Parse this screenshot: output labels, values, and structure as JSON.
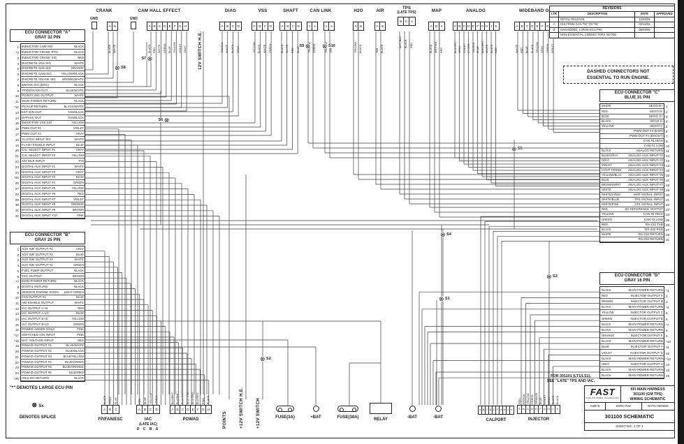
{
  "notes": {
    "dashed_line1": "DASHED CONNECTORS NOT",
    "dashed_line2": "ESSENTIAL TO RUN ENGINE.",
    "large_pin": "\"*\" DENOTES LARGE ECU PIN",
    "splice_sx": "Sx",
    "splice_label": "DENOTES SPLICE",
    "late_line1": "FOR 301101 (LT1/LS1),",
    "late_line2": "SEE \"LATE\" TPS AND IAC."
  },
  "revisions": {
    "title": "REVISIONS",
    "headers": [
      "LTR",
      "DESCRIPTION",
      "DATE",
      "APPROVED"
    ],
    "rows": [
      {
        "ltr": "",
        "desc": "INITIAL RELEASE",
        "date": "10/28/05",
        "app": ""
      },
      {
        "ltr": "A",
        "desc": "019 FROM CAN \"#2\" TO \"#1\"",
        "date": "02/16/06",
        "app": ""
      },
      {
        "ltr": "B",
        "desc": "CAN ADDED, LARGE ECU PIN",
        "date": "06/09/06",
        "app": ""
      },
      {
        "ltr": "",
        "desc": "NON-ESSENTIAL CONNECTORS NOTED",
        "date": "",
        "app": ""
      }
    ]
  },
  "title_block": {
    "logo": "FAST",
    "logo_sub": "FUEL AIR SPARK TECHNOLOGY",
    "line1": "XFI MAIN HARNESS",
    "line2": "301100 (GM TPS)",
    "line3": "WIRING SCHEMATIC",
    "size": "SIZE  B",
    "dwn": "DWN:  PLW",
    "date": "DATE:  06/09/06",
    "doc": "301100 SCHEMATIC",
    "sheet": "SHEET NO :  1 OF 1"
  },
  "splices": {
    "s1": "S1",
    "s2": "S2",
    "s3": "S3",
    "s4": "S4",
    "s5": "S5",
    "s6": "S6",
    "s7": "S7",
    "s8": "S8",
    "s9": "S9",
    "s10": "S10"
  },
  "top": {
    "crank": {
      "label": "CRANK",
      "gnd": "GND",
      "pins": [
        "A",
        "B"
      ],
      "colors": [
        "BLACK",
        "WHITE"
      ]
    },
    "cam": {
      "label": "CAM HALL EFFECT",
      "gnd": "GND",
      "pins": [
        "A",
        "B",
        "C",
        "D",
        "E",
        "F",
        "G",
        "H"
      ],
      "colors": [
        "BLACK",
        "RED",
        "WHITE",
        "GREEN",
        "BLUE",
        "YELLOW",
        "VIOLET",
        "GRAY"
      ]
    },
    "v12he": {
      "label": "12V SWITCH H.E."
    },
    "diag": {
      "label": "DIAG",
      "pins": [
        "A",
        "B",
        "C",
        "D"
      ],
      "colors": [
        "TAN/BLK",
        "WHITE",
        "BLACK",
        "GRAY"
      ]
    },
    "vss": {
      "label": "VSS",
      "pins": [
        "A",
        "B",
        "C",
        "D"
      ],
      "colors": [
        "YELLOW",
        "BLACK",
        "WHITE",
        "GREEN"
      ]
    },
    "shaft": {
      "label": "SHAFT",
      "pins": [
        "A",
        "B",
        "C",
        "D"
      ],
      "colors": [
        "BLACK",
        "WHITE",
        "RED",
        "BLUE"
      ]
    },
    "canlink": {
      "label": "CAN LINK",
      "pins": [
        "1",
        "2"
      ],
      "colors": [
        "YELLOW",
        "GREEN"
      ]
    },
    "h2o": {
      "label": "H2O",
      "pins": [
        "A",
        "B"
      ],
      "colors": [
        "YELLOW",
        "BLACK"
      ]
    },
    "air": {
      "label": "AIR",
      "pins": [
        "A",
        "B"
      ],
      "colors": [
        "TAN",
        "BLACK"
      ]
    },
    "tps": {
      "label": "TPS",
      "sub": "(LATE TPS)",
      "pins": [
        "B",
        "C",
        "A"
      ],
      "colors": [
        "WHT/BLU",
        "BLACK",
        "RED"
      ]
    },
    "map": {
      "label": "MAP",
      "pins": [
        "A",
        "B",
        "C"
      ],
      "colors": [
        "BLACK",
        "WHT/VIO",
        "RED"
      ]
    },
    "analog": {
      "label": "ANALOG",
      "pins": [
        "A",
        "B",
        "C",
        "D",
        "E",
        "F",
        "G",
        "H",
        "J",
        "K"
      ],
      "colors": [
        "BLU/GRY",
        "GRAY",
        "VIOLET",
        "LT GRN",
        "YEL/BLK",
        "BLUE",
        "BRN/WHT",
        "WHITE",
        "BLACK",
        "RED"
      ]
    },
    "wideband": {
      "label": "WIDEBAND O2",
      "pins": [
        "A",
        "B",
        "C",
        "D",
        "E",
        "F",
        "G",
        "H"
      ],
      "colors": [
        "WHITE",
        "RED",
        "BLUE",
        "BLACK",
        "YELLOW",
        "GRAY",
        "GREEN",
        "VIOLET"
      ]
    }
  },
  "bottom": {
    "fp": {
      "label": "FP/FAN/ESC",
      "pins": [
        "A",
        "B",
        "C"
      ],
      "colors": [
        "BLACK",
        "GRAY",
        "BLUE"
      ]
    },
    "iac": {
      "label": "IAC",
      "sub": "(LATE IAC)",
      "sub2": "D C B A",
      "pins": [
        "A",
        "B",
        "C",
        "D"
      ],
      "colors": [
        "RED",
        "BLUE",
        "YELLOW",
        "GREEN"
      ]
    },
    "powad": {
      "label": "POWAD",
      "pins": [
        "A",
        "B",
        "C",
        "D",
        "E",
        "F",
        "G",
        "H"
      ],
      "colors": [
        "BLU/WHT",
        "BLU/BLK",
        "BLU/YEL",
        "BLU/GRN",
        "BLU/ORG",
        "BLU/RED",
        "PINK",
        "BLACK"
      ]
    },
    "points": {
      "label": "POINTS"
    },
    "v12he": {
      "label": "+12V SWITCH H.E."
    },
    "v12": {
      "label": "+12V SWITCH"
    },
    "fuse3": {
      "label": "FUSE(3A)"
    },
    "batp": {
      "label": "+BAT"
    },
    "fuse30": {
      "label": "FUSE(30A)"
    },
    "relay": {
      "label": "RELAY"
    },
    "batm1": {
      "label": "-BAT"
    },
    "batm2": {
      "label": "-BAT"
    },
    "calport": {
      "label": "CALPORT",
      "pins": [
        "A",
        "B",
        "C",
        "D",
        "E",
        "F",
        "G",
        "H",
        "J",
        "K"
      ],
      "colors": []
    },
    "injector": {
      "label": "INJECTOR",
      "pins": [
        "A",
        "B",
        "C",
        "D",
        "E",
        "F",
        "G",
        "H",
        "J",
        "K"
      ],
      "colors": [
        "RED",
        "BROWN",
        "YELLOW",
        "GREEN",
        "ORANGE",
        "BLUE",
        "VIOLET",
        "GRAY",
        "BLACK",
        "BLACK"
      ]
    }
  },
  "ecuA": {
    "title1": "ECU CONNECTOR \"A\"",
    "title2": "GRAY 32 PIN",
    "pins": [
      {
        "n": "1",
        "l": "INDUCTIVE CAM SIG",
        "c": "BLACK"
      },
      {
        "n": "*2",
        "l": "INDUCTIVE CRANK RTN",
        "c": "BLACK"
      },
      {
        "n": "3",
        "l": "INDUCTIVE CRANK SIG",
        "c": "RED"
      },
      {
        "n": "4",
        "l": "DISCRETE VSS SIG",
        "c": "WHITE"
      },
      {
        "n": "5",
        "l": "DISCRETE AUX SIG",
        "c": "ORANGE"
      },
      {
        "n": "6",
        "l": "DISCRETE CAM SIG",
        "c": "YELLOW/BLACK"
      },
      {
        "n": "7",
        "l": "DISCRETE CRANK SIG",
        "c": "BROWN/WHITE"
      },
      {
        "n": "8",
        "l": "KNOCK SIG (DSC)",
        "c": "BLACK"
      },
      {
        "n": "9",
        "l": "TPI/EDIS KM OUT",
        "c": "BLUE/WHITE"
      },
      {
        "n": "10",
        "l": "POINTS SIG OUTPUT",
        "c": "WHITE"
      },
      {
        "n": "11",
        "l": "MAIN POWER RETURN",
        "c": "BLACK"
      },
      {
        "n": "*12",
        "l": "PICKUP RETURN",
        "c": "BLACK/WHITE"
      },
      {
        "n": "13",
        "l": "EST IGN OUT",
        "c": "TAN/BLACK"
      },
      {
        "n": "14",
        "l": "BYPASS OUT",
        "c": "TAN/BLACK"
      },
      {
        "n": "15",
        "l": "INDUCTIVE VSS SIG",
        "c": "YELLOW"
      },
      {
        "n": "16",
        "l": "PWM OUT #1",
        "c": "VIOLET"
      },
      {
        "n": "17",
        "l": "PWM OUT #2",
        "c": "GRAY"
      },
      {
        "n": "18",
        "l": "CLUTCH INPUT SIG",
        "c": "WHITE"
      },
      {
        "n": "19",
        "l": "FLASH ENABLE INPUT",
        "c": "BLUE"
      },
      {
        "n": "20",
        "l": "CAL SELECT INPUT #1",
        "c": "GRAY"
      },
      {
        "n": "21",
        "l": "CAL SELECT INPUT #2",
        "c": "YELLOW"
      },
      {
        "n": "22",
        "l": "A/D IDLE INPUT",
        "c": "TAN"
      },
      {
        "n": "23",
        "l": "DIGITAL AUX INPUT #1",
        "c": "WHITE"
      },
      {
        "n": "24",
        "l": "DIGITAL AUX INPUT #2",
        "c": "GRAY"
      },
      {
        "n": "*25",
        "l": "DIGITAL AUX INPUT #3",
        "c": "BLUE"
      },
      {
        "n": "26",
        "l": "DIGITAL AUX INPUT #4",
        "c": "GREEN"
      },
      {
        "n": "27",
        "l": "DIGITAL AUX INPUT #5",
        "c": "YELLOW"
      },
      {
        "n": "28",
        "l": "DIGITAL AUX INPUT #6",
        "c": "RED"
      },
      {
        "n": "29",
        "l": "DIGITAL AUX INPUT #7",
        "c": "VIOLET"
      },
      {
        "n": "30",
        "l": "DIGITAL AUX INPUT #8",
        "c": "ORANGE"
      },
      {
        "n": "31",
        "l": "DIGITAL AUX INPUT #9",
        "c": "BROWN"
      },
      {
        "n": "32",
        "l": "DIGITAL AUX INPUT #10",
        "c": "PINK"
      }
    ]
  },
  "ecuB": {
    "title1": "ECU CONNECTOR \"B\"",
    "title2": "GRAY 25 PIN",
    "pins": [
      {
        "n": "1",
        "l": "AUX SW. OUTPUT #1",
        "c": "GRAY"
      },
      {
        "n": "2",
        "l": "AUX SW. OUTPUT #2",
        "c": "BLUE"
      },
      {
        "n": "3",
        "l": "AUX SW. OUTPUT #3",
        "c": "WHITE"
      },
      {
        "n": "4",
        "l": "AUX SW. OUTPUT #4",
        "c": "GREEN"
      },
      {
        "n": "5",
        "l": "FUEL PUMP OUTPUT",
        "c": "BLACK"
      },
      {
        "n": "6",
        "l": "TCC OUTPUT",
        "c": "BROWN"
      },
      {
        "n": "*7",
        "l": "MAIN POWER RETURN",
        "c": "BLACK"
      },
      {
        "n": "8",
        "l": "DIGITAL RETURN",
        "c": "BLACK"
      },
      {
        "n": "9",
        "l": "SERVICE ENGINE SOON",
        "c": "LIGHT GREEN"
      },
      {
        "n": "10",
        "l": "FAN OUTPUT #1",
        "c": "BLUE"
      },
      {
        "n": "11",
        "l": "A/D ENABLE OUTPUT",
        "c": "WHITE"
      },
      {
        "n": "12",
        "l": "IAC OUTPUT A-HI",
        "c": "RED"
      },
      {
        "n": "13",
        "l": "IAC OUTPUT A-LO",
        "c": "BLUE"
      },
      {
        "n": "14",
        "l": "IAC OUTPUT B-HI",
        "c": "YELLOW"
      },
      {
        "n": "15",
        "l": "IAC OUTPUT B-LO",
        "c": "GREEN"
      },
      {
        "n": "16",
        "l": "POWER ADDER HOLD",
        "c": "PINK"
      },
      {
        "n": "*17",
        "l": "SWITCHED IGN INPUT",
        "c": "PINK"
      },
      {
        "n": "*18",
        "l": "BAT. VOLTAGE INPUT",
        "c": "RED"
      },
      {
        "n": "19",
        "l": "POWAD OUTPUT #1",
        "c": "BLUE/WHITE"
      },
      {
        "n": "20",
        "l": "POWAD OUTPUT #2",
        "c": "BLUE/BLACK"
      },
      {
        "n": "21",
        "l": "POWAD OUTPUT #3",
        "c": "BLUE/YELLOW"
      },
      {
        "n": "22",
        "l": "POWAD OUTPUT #4",
        "c": "BLUE/GREEN"
      },
      {
        "n": "23",
        "l": "POWAD OUTPUT #5",
        "c": "BLUE/ORANGE"
      },
      {
        "n": "24",
        "l": "POWAD OUTPUT #6",
        "c": "BLUE/RED"
      },
      {
        "n": "*25",
        "l": "ANALOG RETURN",
        "c": "BLACK"
      }
    ]
  },
  "ecuC": {
    "title1": "ECU CONNECTOR \"C\"",
    "title2": "BLUE 31 PIN",
    "pins": [
      {
        "c": "WHITE",
        "l": "UEGO R+",
        "n": "1"
      },
      {
        "c": "RED",
        "l": "UEGO R-",
        "n": "2"
      },
      {
        "c": "BLUE",
        "l": "UEGO S+",
        "n": "3"
      },
      {
        "c": "BLACK",
        "l": "UEGO S-",
        "n": "4"
      },
      {
        "c": "YELLOW",
        "l": "UEGO H-",
        "n": "5"
      },
      {
        "c": "",
        "l": "PWM OUT #3 (EGR)",
        "n": "6"
      },
      {
        "c": "",
        "l": "PWM OUT #4 (BOOST)",
        "n": "7"
      },
      {
        "c": "",
        "l": "CAN #1 HIGH",
        "n": "8"
      },
      {
        "c": "",
        "l": "CAN #1 LOW",
        "n": "10"
      },
      {
        "c": "BLACK",
        "l": "ANALOG RETURN",
        "n": "11"
      },
      {
        "c": "BLUE/GRAY",
        "l": "ANALOG AUX INPUT #1",
        "n": "12"
      },
      {
        "c": "GRAY",
        "l": "ANALOG AUX INPUT #2",
        "n": "13"
      },
      {
        "c": "VIOLET",
        "l": "ANALOG AUX INPUT #3",
        "n": "14"
      },
      {
        "c": "LIGHT GREEN",
        "l": "ANALOG AUX INPUT #4",
        "n": "15"
      },
      {
        "c": "YELLOW/BLACK",
        "l": "ANALOG AUX INPUT #5",
        "n": "16"
      },
      {
        "c": "BLUE",
        "l": "ANALOG AUX INPUT #6",
        "n": "17"
      },
      {
        "c": "BROWN/WHITE",
        "l": "ANALOG AUX INPUT #7",
        "n": "18"
      },
      {
        "c": "WHITE",
        "l": "ANALOG AUX INPUT #8",
        "n": "19"
      },
      {
        "c": "WHITE/VIOLET",
        "l": "MAP SIGNAL INPUT",
        "n": "20"
      },
      {
        "c": "WHITE/BLUE",
        "l": "TPS SIGNAL INPUT",
        "n": "21"
      },
      {
        "c": "WHITE/PINK",
        "l": "ATS SIGNAL INPUT",
        "n": "22"
      },
      {
        "c": "RED",
        "l": "5V REFERENCE OUTPUT",
        "n": "23"
      },
      {
        "c": "YELLOW",
        "l": "CAN #2 HIGH",
        "n": "24"
      },
      {
        "c": "GREEN",
        "l": "CAN #2 LOW",
        "n": "25"
      },
      {
        "c": "RED",
        "l": "RS-232 TXD",
        "n": "26"
      },
      {
        "c": "BLACK",
        "l": "RS-232 RXD",
        "n": "27"
      },
      {
        "c": "WHITE",
        "l": "RS-232 RETURN",
        "n": "29"
      },
      {
        "c": "",
        "l": "RS-232 RETURN",
        "n": "31"
      }
    ]
  },
  "ecuD": {
    "title1": "ECU CONNECTOR \"D\"",
    "title2": "GRAY 16 PIN",
    "pins": [
      {
        "c": "BLACK",
        "l": "MAIN POWER RETURN",
        "n": "*1"
      },
      {
        "c": "RED",
        "l": "INJECTOR OUTPUT A",
        "n": "2"
      },
      {
        "c": "BROWN",
        "l": "INJECTOR OUTPUT B",
        "n": "3"
      },
      {
        "c": "BLACK",
        "l": "MAIN POWER RETURN",
        "n": "*4"
      },
      {
        "c": "YELLOW",
        "l": "INJECTOR OUTPUT C",
        "n": "5"
      },
      {
        "c": "GREEN",
        "l": "INJECTOR OUTPUT D",
        "n": "6"
      },
      {
        "c": "BLACK",
        "l": "MAIN POWER RETURN",
        "n": "*7"
      },
      {
        "c": "BLACK",
        "l": "MAIN POWER RETURN",
        "n": "8"
      },
      {
        "c": "ORANGE",
        "l": "INJECTOR OUTPUT E",
        "n": "9"
      },
      {
        "c": "BLACK",
        "l": "MAIN POWER RETURN",
        "n": "*10"
      },
      {
        "c": "BLUE",
        "l": "INJECTOR OUTPUT F",
        "n": "11"
      },
      {
        "c": "VIOLET",
        "l": "INJECTOR OUTPUT G",
        "n": "12"
      },
      {
        "c": "BLACK",
        "l": "MAIN POWER RETURN",
        "n": "*13"
      },
      {
        "c": "GRAY",
        "l": "INJECTOR OUTPUT H",
        "n": "14"
      },
      {
        "c": "BLACK",
        "l": "MAIN POWER RETURN",
        "n": "15"
      },
      {
        "c": "BLACK",
        "l": "MAIN POWER RETURN",
        "n": "16"
      }
    ]
  }
}
